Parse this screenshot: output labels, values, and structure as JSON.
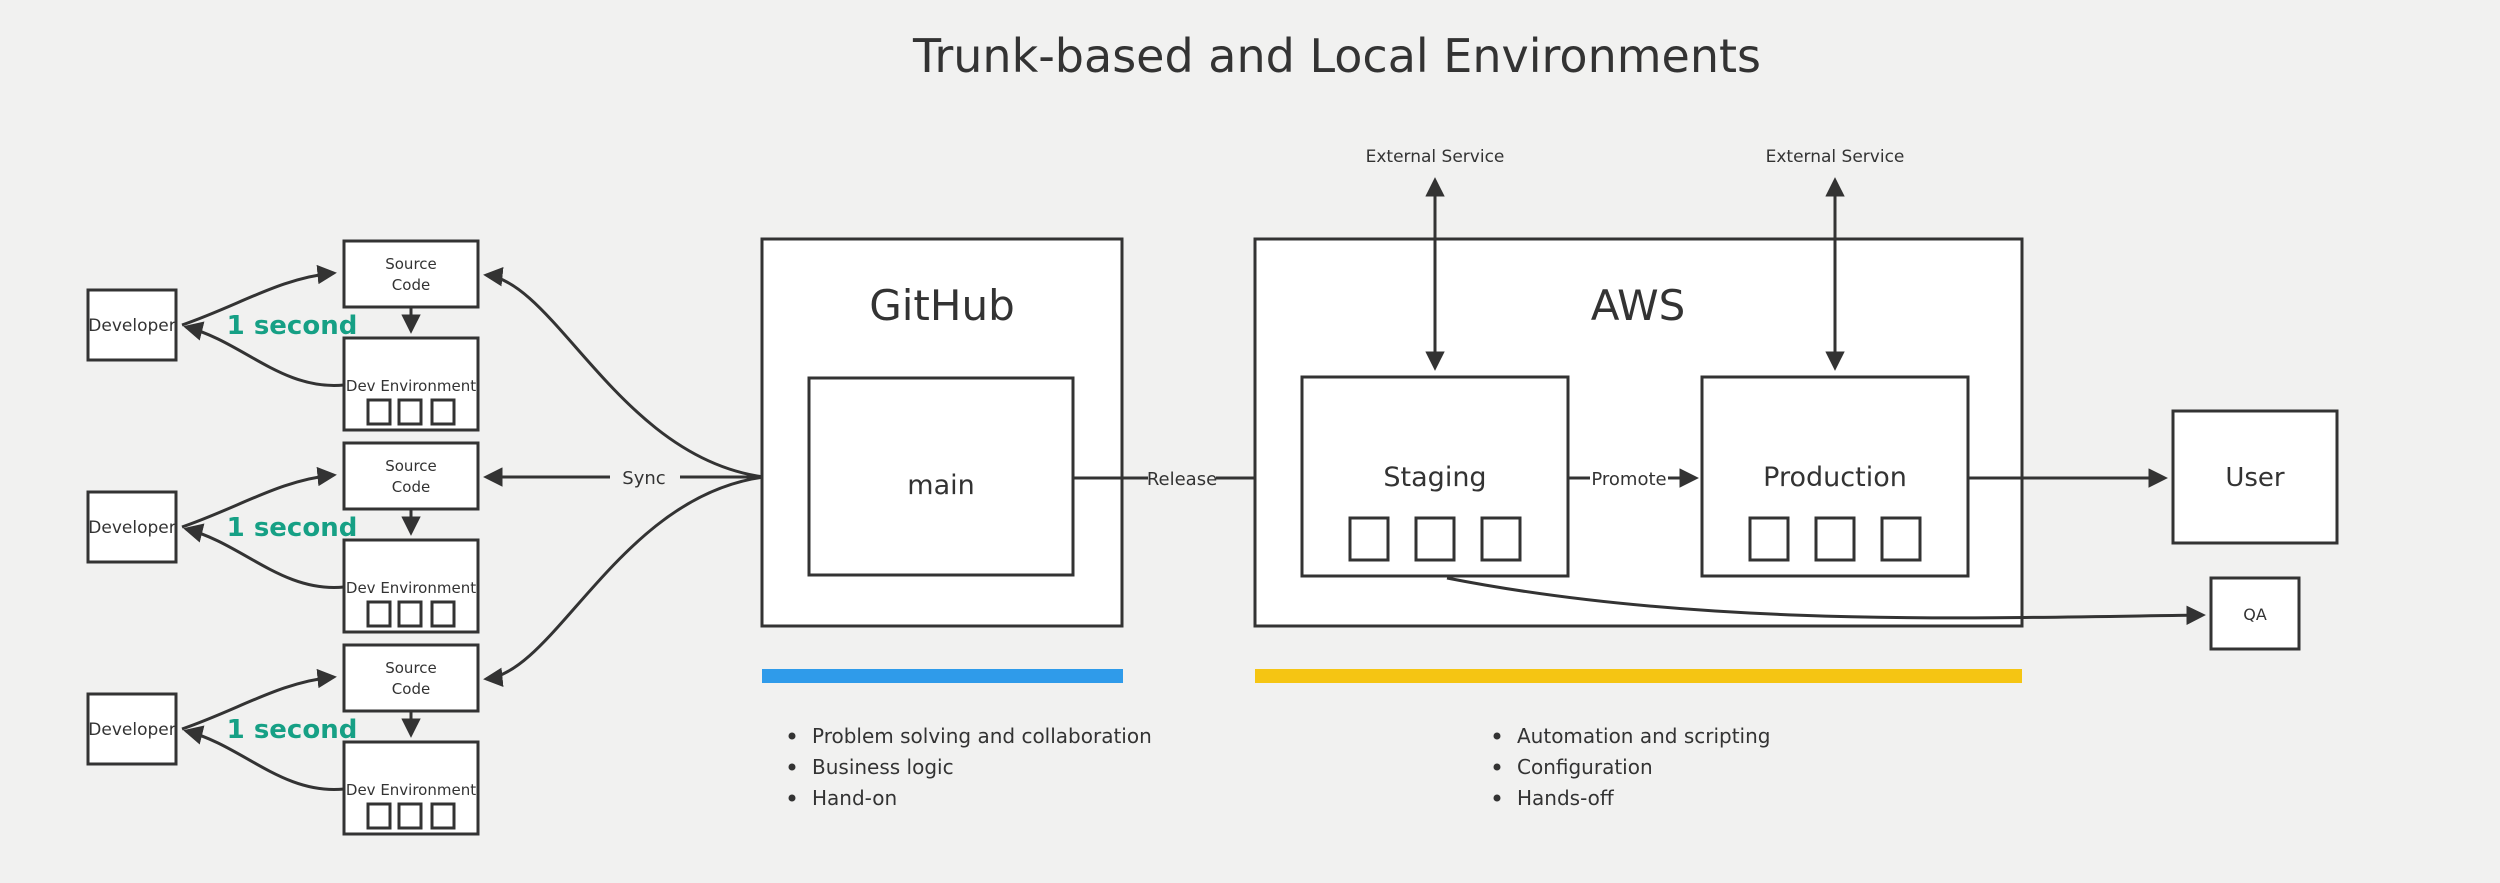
{
  "title": "Trunk-based and Local Environments",
  "colors": {
    "background": "#f1f1f0",
    "node_fill": "#ffffff",
    "stroke": "#333333",
    "latency_green": "#16a085",
    "github_bar_blue": "#2F9BEA",
    "aws_bar_yellow": "#F5C513"
  },
  "dev_groups": [
    {
      "developer": "Developer",
      "source_code_line1": "Source",
      "source_code_line2": "Code",
      "dev_environment": "Dev Environment",
      "latency": "1 second"
    },
    {
      "developer": "Developer",
      "source_code_line1": "Source",
      "source_code_line2": "Code",
      "dev_environment": "Dev Environment",
      "latency": "1 second"
    },
    {
      "developer": "Developer",
      "source_code_line1": "Source",
      "source_code_line2": "Code",
      "dev_environment": "Dev Environment",
      "latency": "1 second"
    }
  ],
  "edge_labels": {
    "sync": "Sync",
    "release": "Release",
    "promote": "Promote"
  },
  "external_services": [
    {
      "label": "External Service"
    },
    {
      "label": "External Service"
    }
  ],
  "github": {
    "title": "GitHub",
    "branch": "main",
    "bullets": [
      "Problem solving and collaboration",
      "Business logic",
      "Hand-on"
    ]
  },
  "aws": {
    "title": "AWS",
    "staging": "Staging",
    "production": "Production",
    "bullets": [
      "Automation and scripting",
      "Configuration",
      "Hands-off"
    ]
  },
  "endpoints": {
    "user": "User",
    "qa": "QA"
  }
}
